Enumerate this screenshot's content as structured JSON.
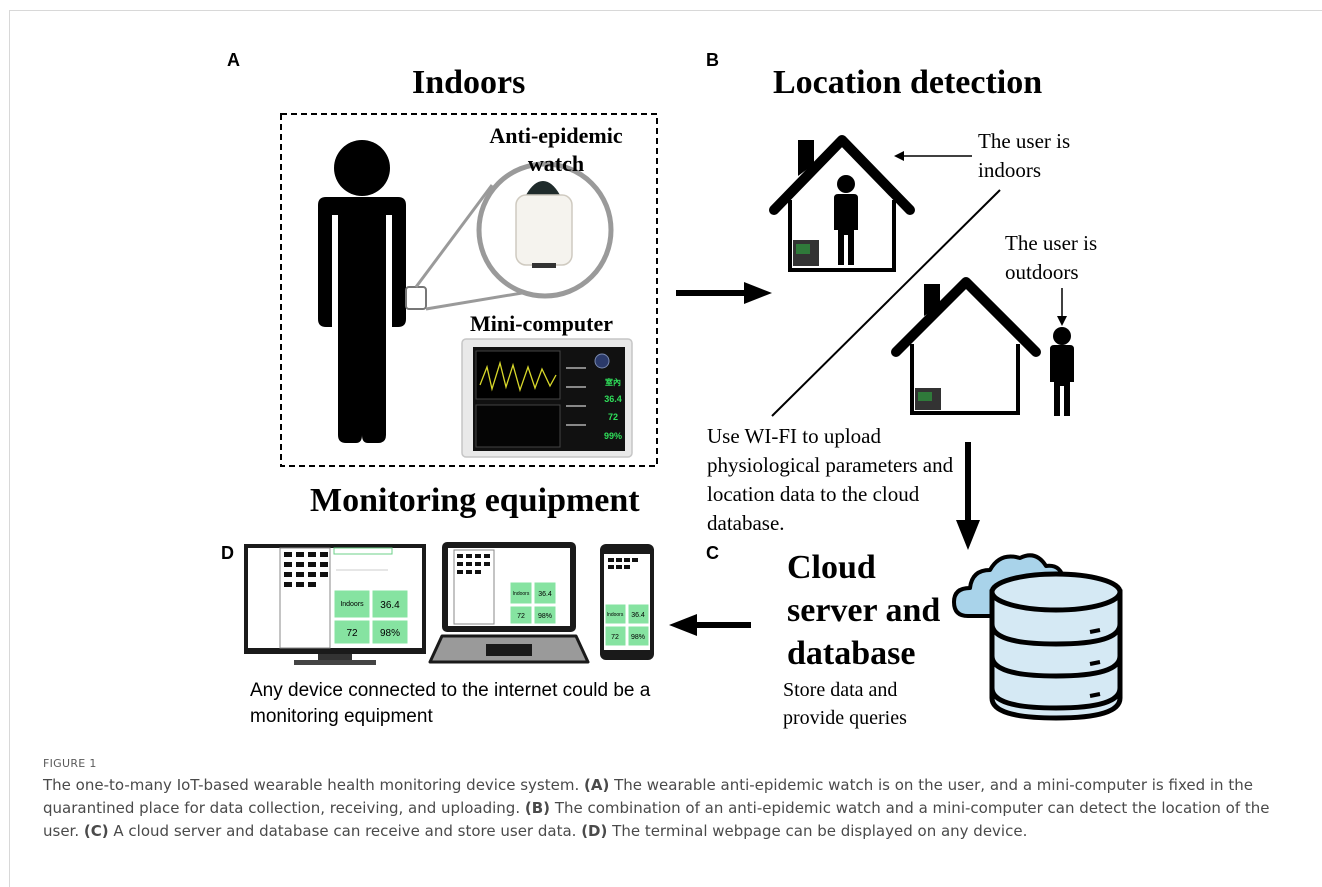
{
  "panels": {
    "a": {
      "letter": "A",
      "title": "Indoors",
      "watch_label": "Anti-epidemic watch",
      "computer_label": "Mini-computer",
      "bottom_title": "Monitoring equipment",
      "screen_values": [
        "室內",
        "36.4",
        "72",
        "99%"
      ]
    },
    "b": {
      "letter": "B",
      "title": "Location detection",
      "indoors_label": "The user is indoors",
      "outdoors_label": "The user is outdoors",
      "upload_text": "Use WI-FI to upload physiological parameters and location data to the cloud database."
    },
    "c": {
      "letter": "C",
      "title": "Cloud server and database",
      "subtitle": "Store data and provide queries"
    },
    "d": {
      "letter": "D",
      "tile_values": [
        "Indoors",
        "36.4",
        "72",
        "98%"
      ],
      "note": "Any device connected to the internet could be a monitoring equipment"
    }
  },
  "figure": {
    "label": "FIGURE 1",
    "caption_intro": "The one-to-many IoT-based wearable health monitoring device system.",
    "caption_parts": [
      {
        "tag": "(A)",
        "text": "The wearable anti-epidemic watch is on the user, and a mini-computer is fixed in the quarantined place for data collection, receiving, and uploading."
      },
      {
        "tag": "(B)",
        "text": "The combination of an anti-epidemic watch and a mini-computer can detect the location of the user."
      },
      {
        "tag": "(C)",
        "text": "A cloud server and database can receive and store user data."
      },
      {
        "tag": "(D)",
        "text": "The terminal webpage can be displayed on any device."
      }
    ]
  },
  "colors": {
    "tile_green": "#86e3a1",
    "screen_green": "#2fe05a",
    "screen_yellow": "#d8d82a",
    "cloud_blue": "#a9d3ea",
    "db_blue": "#d5e9f4",
    "ink": "#000000",
    "caption_gray": "#4a4a4a"
  }
}
